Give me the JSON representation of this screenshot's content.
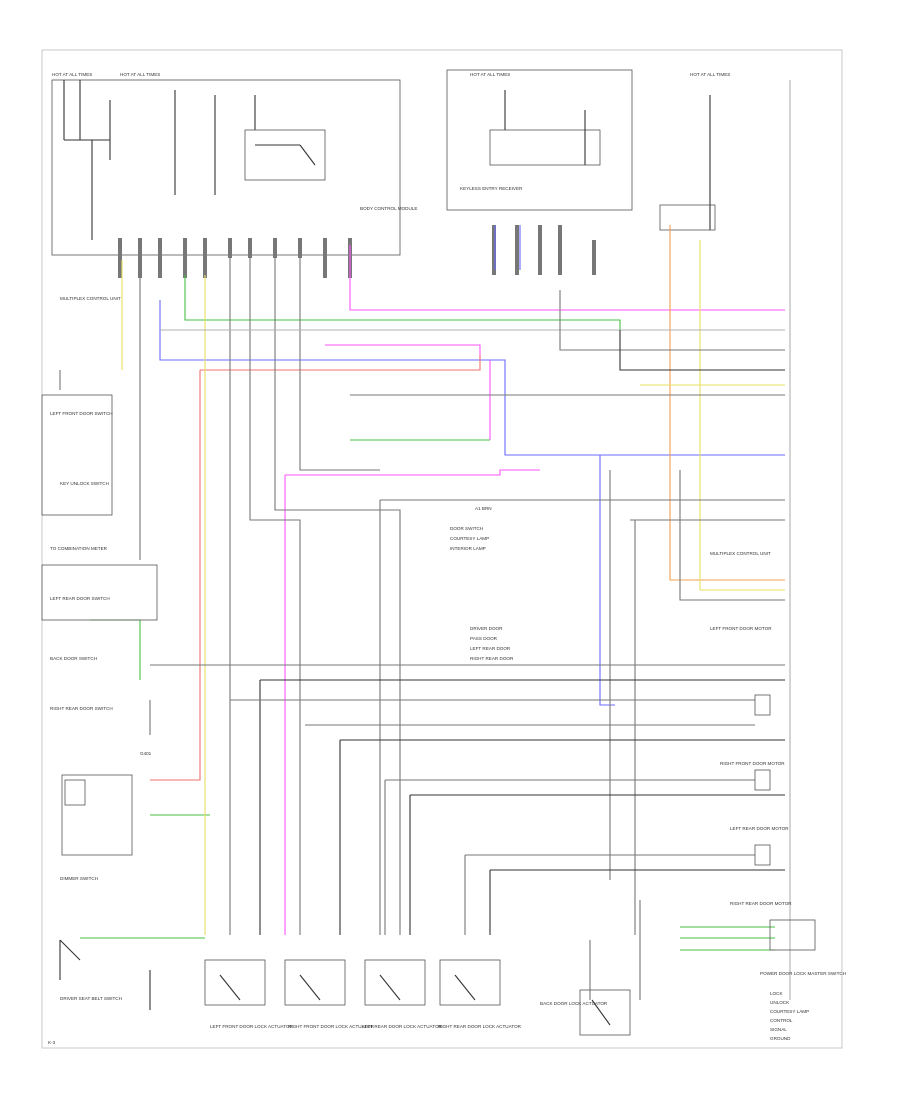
{
  "diagram": {
    "title": "",
    "top_modules": [
      "HOT AT ALL TIMES",
      "HOT AT ALL TIMES",
      "HOT AT ALL TIMES",
      "HOT AT ALL TIMES"
    ],
    "labels": {
      "module_a": "BODY CONTROL MODULE",
      "module_b": "KEYLESS ENTRY RECEIVER",
      "main_connector": "MULTIPLEX CONTROL UNIT",
      "center_notes": [
        "A1 BRN",
        "DOOR SWITCH",
        "COURTESY LAMP",
        "INTERIOR LAMP",
        "DRIVER DOOR",
        "PASS DOOR",
        "LEFT REAR DOOR",
        "RIGHT REAR DOOR"
      ],
      "left_side": [
        "LEFT FRONT DOOR SWITCH",
        "KEY UNLOCK SWITCH",
        "TO COMBINATION METER",
        "LEFT REAR DOOR SWITCH",
        "BACK DOOR SWITCH",
        "RIGHT REAR DOOR SWITCH",
        "G401",
        "DIMMER SWITCH",
        "DRIVER SEAT BELT SWITCH"
      ],
      "right_side": [
        "MULTIPLEX CONTROL UNIT",
        "LEFT FRONT DOOR MOTOR",
        "RIGHT FRONT DOOR MOTOR",
        "LEFT REAR DOOR MOTOR",
        "RIGHT REAR DOOR MOTOR",
        "POWER DOOR LOCK MASTER SWITCH"
      ],
      "bottom": [
        "LEFT FRONT DOOR LOCK ACTUATOR",
        "RIGHT FRONT DOOR LOCK ACTUATOR",
        "LEFT REAR DOOR LOCK ACTUATOR",
        "RIGHT REAR DOOR LOCK ACTUATOR",
        "BACK DOOR LOCK ACTUATOR"
      ],
      "legend": [
        "LOCK",
        "UNLOCK",
        "COURTESY LAMP",
        "CONTROL",
        "SIGNAL",
        "GROUND"
      ],
      "page_no": "K-3"
    },
    "wire_colors": {
      "green": "#44c044",
      "pink": "#ff55ff",
      "blue": "#6a6aff",
      "red": "#f07070",
      "yellow": "#e8e060",
      "gray": "#777777",
      "black": "#333333",
      "orange": "#f0a050"
    }
  }
}
